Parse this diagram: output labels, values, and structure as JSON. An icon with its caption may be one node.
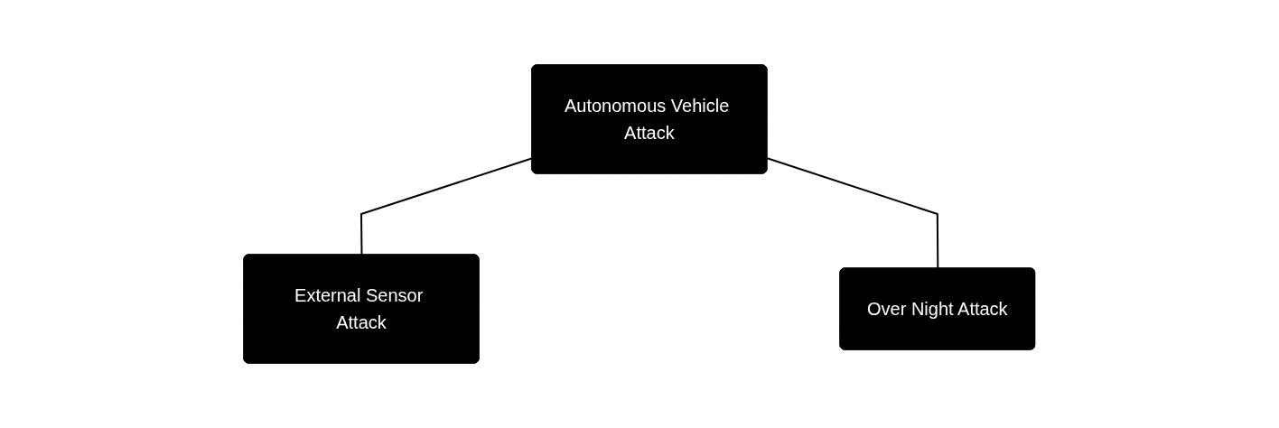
{
  "diagram": {
    "nodes": [
      {
        "text": [
          "Autonomous Vehicle Attack"
        ]
      },
      {
        "text": [
          "External Sensor Attack"
        ]
      },
      {
        "text": [
          "Over Night Attack"
        ]
      }
    ],
    "edges": [
      {
        "from": 0,
        "to": 1,
        "arrow": "none"
      },
      {
        "from": 0,
        "to": 2,
        "arrow": "none"
      }
    ]
  }
}
